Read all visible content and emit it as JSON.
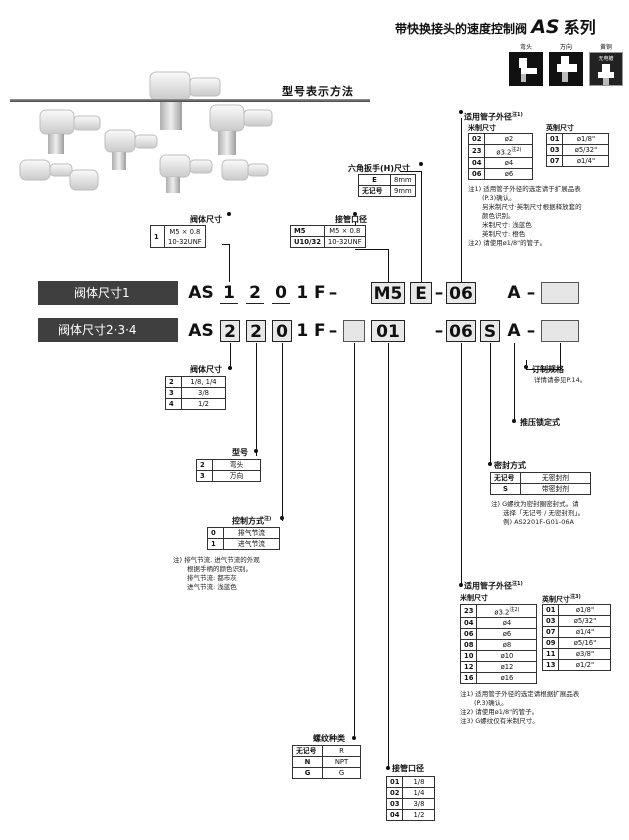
{
  "header": {
    "title_prefix": "带快换接头的速度控制阀",
    "series_code": "AS",
    "title_suffix": "系列"
  },
  "icons": [
    {
      "label": "弯头",
      "name": "elbow-type-icon"
    },
    {
      "label": "万向",
      "name": "universal-type-icon"
    },
    {
      "label": "黄铜",
      "name": "brass-type-icon",
      "sub": "无电镀"
    }
  ],
  "main_title": "型号表示方法",
  "rows": [
    {
      "label": "阀体尺寸1"
    },
    {
      "label": "阀体尺寸2·3·4"
    }
  ],
  "codes": {
    "as": "AS",
    "size1": "1",
    "size_n": "2",
    "type": "2",
    "control": "0",
    "f": "1 F",
    "dash": "–",
    "m5": "M5",
    "e": "E",
    "tube1": "06",
    "a": "A",
    "port": "01",
    "tube2": "06",
    "s": "S"
  },
  "body_size1": {
    "title": "阀体尺寸",
    "rows": [
      [
        "1",
        "M5 × 0.8\n10-32UNF"
      ]
    ]
  },
  "port1": {
    "title": "接管口径",
    "rows": [
      [
        "M5",
        "M5 × 0.8"
      ],
      [
        "U10/32",
        "10-32UNF"
      ]
    ]
  },
  "hex": {
    "title": "六角扳手(H)尺寸",
    "rows": [
      [
        "E",
        "8mm"
      ],
      [
        "无记号",
        "9mm"
      ]
    ]
  },
  "tube_od1": {
    "title": "适用管子外径",
    "title_note": "注1)",
    "metric_title": "米制尺寸",
    "inch_title": "英制尺寸",
    "metric": [
      [
        "02",
        "ø2"
      ],
      [
        "23",
        "ø3.2"
      ],
      [
        "04",
        "ø4"
      ],
      [
        "06",
        "ø6"
      ]
    ],
    "metric_note_23": "注2)",
    "inch": [
      [
        "01",
        "ø1/8\""
      ],
      [
        "03",
        "ø5/32\""
      ],
      [
        "07",
        "ø1/4\""
      ]
    ],
    "notes": [
      "注1) 适用管子外径的选定请于扩展品表",
      "(P.3)确认。",
      "另米制尺寸·英制尺寸根据释放套的",
      "颜色识别。",
      "米制尺寸: 浅蓝色",
      "英制尺寸: 橙色",
      "注2) 请使用ø1/8\"的管子。"
    ]
  },
  "body_size_n": {
    "title": "阀体尺寸",
    "rows": [
      [
        "2",
        "1/8, 1/4"
      ],
      [
        "3",
        "3/8"
      ],
      [
        "4",
        "1/2"
      ]
    ]
  },
  "type_tbl": {
    "title": "型号",
    "rows": [
      [
        "2",
        "弯头"
      ],
      [
        "3",
        "万向"
      ]
    ]
  },
  "control": {
    "title": "控制方式",
    "title_note": "注)",
    "rows": [
      [
        "0",
        "排气节流"
      ],
      [
        "1",
        "进气节流"
      ]
    ],
    "notes": [
      "注) 排气节流, 进气节流的外观",
      "根据手柄的颜色识别。",
      "排气节流: 都市灰",
      "进气节流: 浅蓝色"
    ]
  },
  "order": {
    "title": "订制规格",
    "note": "详情请参见P.14。"
  },
  "lock": {
    "title": "推压锁定式"
  },
  "seal": {
    "title": "密封方式",
    "rows": [
      [
        "无记号",
        "无密封剂"
      ],
      [
        "S",
        "带密封剂"
      ]
    ],
    "notes": [
      "注) G螺纹为密封圈密封式。请",
      "选择「无记号 / 无密封剂」。",
      "例) AS2201F-G01-06A"
    ]
  },
  "tube_od2": {
    "title": "适用管子外径",
    "title_note": "注1)",
    "metric_title": "米制尺寸",
    "inch_title": "英制尺寸",
    "inch_note": "注3)",
    "metric": [
      [
        "23",
        "ø3.2"
      ],
      [
        "04",
        "ø4"
      ],
      [
        "06",
        "ø6"
      ],
      [
        "08",
        "ø8"
      ],
      [
        "10",
        "ø10"
      ],
      [
        "12",
        "ø12"
      ],
      [
        "16",
        "ø16"
      ]
    ],
    "metric_note_23": "注2)",
    "inch": [
      [
        "01",
        "ø1/8\""
      ],
      [
        "03",
        "ø5/32\""
      ],
      [
        "07",
        "ø1/4\""
      ],
      [
        "09",
        "ø5/16\""
      ],
      [
        "11",
        "ø3/8\""
      ],
      [
        "13",
        "ø1/2\""
      ]
    ],
    "notes": [
      "注1) 适用管子外径的选定请根据扩展品表",
      "(P.3)确认。",
      "注2) 请使用ø1/8\"的管子。",
      "注3) G螺纹仅有米制尺寸。"
    ]
  },
  "thread": {
    "title": "螺纹种类",
    "rows": [
      [
        "无记号",
        "R"
      ],
      [
        "N",
        "NPT"
      ],
      [
        "G",
        "G"
      ]
    ]
  },
  "port2": {
    "title": "接管口径",
    "rows": [
      [
        "01",
        "1/8"
      ],
      [
        "02",
        "1/4"
      ],
      [
        "03",
        "3/8"
      ],
      [
        "04",
        "1/2"
      ]
    ]
  }
}
